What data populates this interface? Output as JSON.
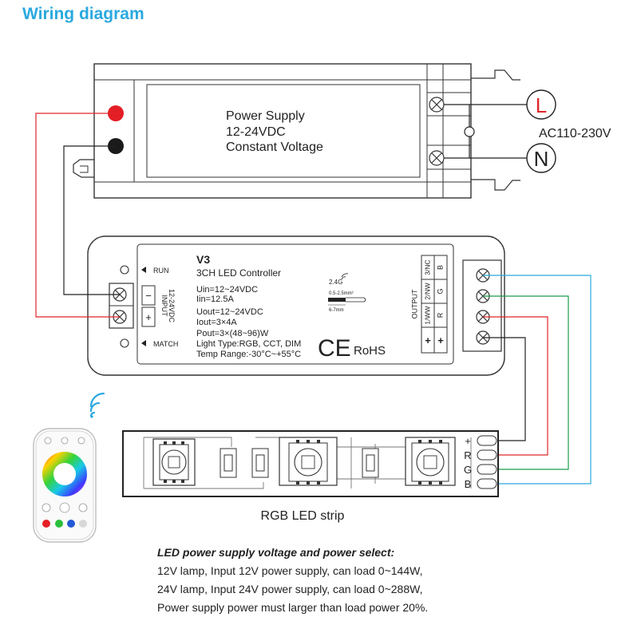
{
  "title": "Wiring diagram",
  "power_supply": {
    "lines": [
      "Power Supply",
      "12-24VDC",
      "Constant Voltage"
    ],
    "ac_label": "AC110-230V",
    "line_terminal": "L",
    "neutral_terminal": "N"
  },
  "controller": {
    "model": "V3",
    "name": "3CH LED Controller",
    "specs": [
      "Uin=12~24VDC",
      "Iin=12.5A",
      "Uout=12~24VDC",
      "Iout=3×4A",
      "Pout=3×(48~96)W",
      "Light Type:RGB, CCT, DIM",
      "Temp Range:-30°C~+55°C"
    ],
    "run_label": "RUN",
    "match_label": "MATCH",
    "input_label": "INPUT",
    "input_voltage": "12-24VDC",
    "input_minus": "−",
    "input_plus": "+",
    "freq": "2.4G",
    "wire_gauge": "0.5-2.5mm²",
    "strip_length": "6-7mm",
    "ce_mark": "CE",
    "rohs": "RoHS",
    "output_label": "OUTPUT",
    "output_channels": [
      "3/NC",
      "2/NW",
      "1/WW"
    ],
    "output_letters": [
      "B",
      "G",
      "R"
    ],
    "output_plus": [
      "+",
      "+"
    ]
  },
  "strip": {
    "label": "RGB LED strip",
    "pins": [
      "+",
      "R",
      "G",
      "B"
    ]
  },
  "notes": {
    "title": "LED power supply voltage and power select:",
    "lines": [
      "12V lamp, Input 12V power supply, can load 0~144W,",
      "24V lamp, Input 24V power supply, can load 0~288W,",
      "Power supply power must larger than load power 20%."
    ]
  },
  "colors": {
    "accent": "#2aa9df",
    "red_wire": "#e0262b",
    "green_wire": "#1a9c4a",
    "blue_wire": "#2aa9df",
    "black_wire": "#222222",
    "positive_terminal": "#e41e25",
    "negative_terminal": "#1a1a1a"
  },
  "icons": [
    "wifi-icon",
    "ce-mark",
    "screw-terminal-icon",
    "remote-control"
  ]
}
